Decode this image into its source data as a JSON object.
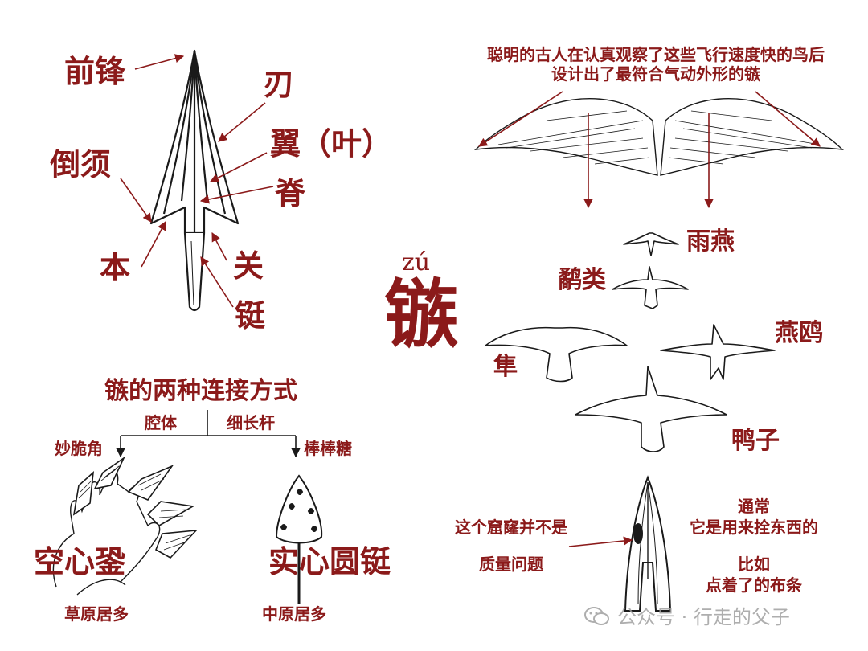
{
  "arrowhead_parts": {
    "qianfeng": "前锋",
    "ren": "刃",
    "yi": "翼（叶）",
    "daoxu": "倒须",
    "ji": "脊",
    "ben": "本",
    "guan": "关",
    "ting": "铤"
  },
  "title": {
    "pinyin": "zú",
    "character": "镞"
  },
  "connection": {
    "title": "镞的两种连接方式",
    "branch_left": "腔体",
    "branch_right": "细长杆",
    "left_note": "妙脆角",
    "right_note": "棒棒糖",
    "left_type": "空心銎",
    "right_type": "实心圆铤",
    "left_region": "草原居多",
    "right_region": "中原居多"
  },
  "birds": {
    "caption_line1": "聪明的古人在认真观察了这些飞行速度快的鸟后",
    "caption_line2": "设计出了最符合气动外形的镞",
    "swift": "雨燕",
    "shearwater": "鹬类",
    "falcon": "隼",
    "tern": "燕鸥",
    "duck": "鸭子"
  },
  "hole_notes": {
    "left_line1": "这个窟窿并不是",
    "left_line2": "质量问题",
    "right_line1": "通常",
    "right_line2": "它是用来拴东西的",
    "right_line3": "比如",
    "right_line4": "点着了的布条"
  },
  "watermark": "公众号 · 行走的父子",
  "colors": {
    "accent": "#8b1a1a",
    "line": "#1a1a1a"
  }
}
